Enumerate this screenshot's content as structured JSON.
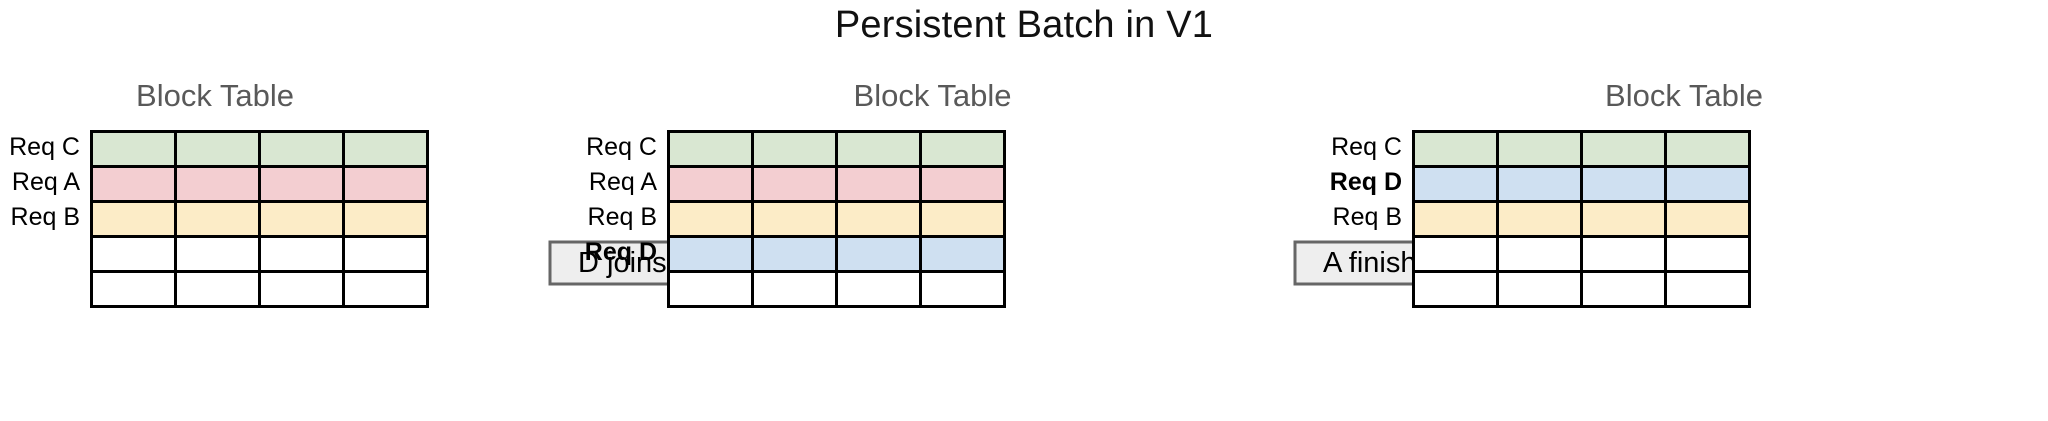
{
  "title": "Persistent Batch in V1",
  "colors": {
    "green": "#d9e7d2",
    "red": "#f3ced1",
    "yellow": "#fcecc7",
    "blue": "#cfe0f1",
    "empty": "#ffffff",
    "border": "#000000",
    "panel_title": "#595959",
    "arrow_fill": "#eeeeee",
    "arrow_stroke": "#666666"
  },
  "panels": [
    {
      "title": "Block Table",
      "columns": 4,
      "rows": [
        {
          "label": "Req C",
          "color_key": "green",
          "bold": false,
          "filled": true
        },
        {
          "label": "Req A",
          "color_key": "red",
          "bold": false,
          "filled": true
        },
        {
          "label": "Req B",
          "color_key": "yellow",
          "bold": false,
          "filled": true
        },
        {
          "label": "",
          "color_key": "empty",
          "bold": false,
          "filled": false
        },
        {
          "label": "",
          "color_key": "empty",
          "bold": false,
          "filled": false
        }
      ]
    },
    {
      "title": "Block Table",
      "columns": 4,
      "rows": [
        {
          "label": "Req C",
          "color_key": "green",
          "bold": false,
          "filled": true
        },
        {
          "label": "Req A",
          "color_key": "red",
          "bold": false,
          "filled": true
        },
        {
          "label": "Req B",
          "color_key": "yellow",
          "bold": false,
          "filled": true
        },
        {
          "label": "Req D",
          "color_key": "blue",
          "bold": true,
          "filled": true
        },
        {
          "label": "",
          "color_key": "empty",
          "bold": false,
          "filled": false
        }
      ]
    },
    {
      "title": "Block Table",
      "columns": 4,
      "rows": [
        {
          "label": "Req C",
          "color_key": "green",
          "bold": false,
          "filled": true
        },
        {
          "label": "Req D",
          "color_key": "blue",
          "bold": true,
          "filled": true
        },
        {
          "label": "Req B",
          "color_key": "yellow",
          "bold": false,
          "filled": true
        },
        {
          "label": "",
          "color_key": "empty",
          "bold": false,
          "filled": false
        },
        {
          "label": "",
          "color_key": "empty",
          "bold": false,
          "filled": false
        }
      ]
    }
  ],
  "arrows": [
    {
      "label": "D joins"
    },
    {
      "label": "A finishes"
    }
  ]
}
